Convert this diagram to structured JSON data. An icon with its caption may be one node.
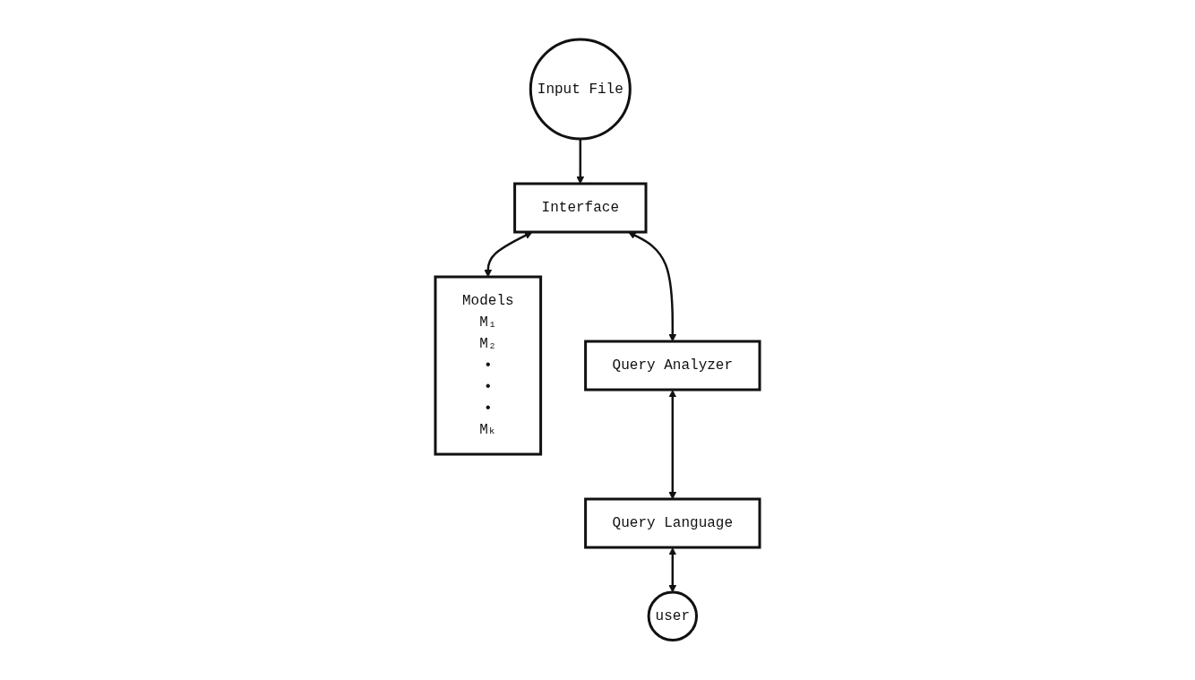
{
  "diagram": {
    "nodes": [
      {
        "text": [
          "Input File"
        ]
      },
      {
        "text": [
          "Interface"
        ]
      },
      {
        "text": [
          "Models",
          "M₁",
          "M₂",
          "•",
          "•",
          "•",
          "Mₖ"
        ]
      },
      {
        "text": [
          "Query Analyzer"
        ]
      },
      {
        "text": [
          "Query Language"
        ]
      },
      {
        "text": [
          "user"
        ]
      }
    ],
    "edges": [
      {
        "from": 0,
        "to": 1,
        "arrow": "to"
      },
      {
        "from": 1,
        "to": 2,
        "arrow": "both"
      },
      {
        "from": 1,
        "to": 3,
        "arrow": "both"
      },
      {
        "from": 3,
        "to": 4,
        "arrow": "both"
      },
      {
        "from": 4,
        "to": 5,
        "arrow": "both"
      }
    ]
  }
}
